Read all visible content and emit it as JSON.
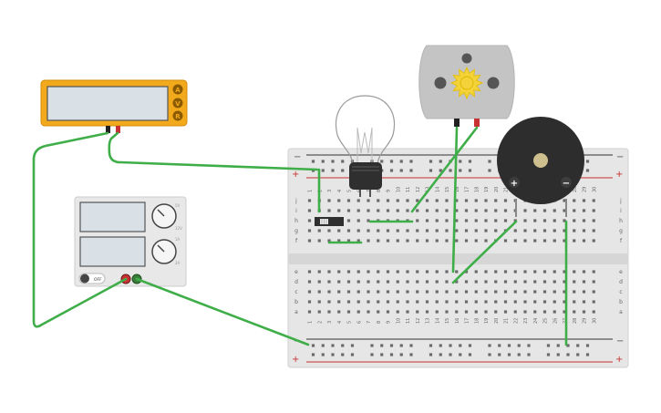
{
  "multimeter": {
    "modes": [
      "A",
      "V",
      "R"
    ],
    "accent": "#f2a91c",
    "display_bg": "#d9e1e6"
  },
  "power_supply": {
    "switch_label": "OFF",
    "knob_marks": [
      "5V",
      "12V",
      "1A",
      "2A"
    ]
  },
  "breadboard": {
    "rows_top": [
      "j",
      "i",
      "h",
      "g",
      "f"
    ],
    "rows_bottom": [
      "e",
      "d",
      "c",
      "b",
      "a"
    ],
    "columns": [
      "1",
      "2",
      "3",
      "4",
      "5",
      "6",
      "7",
      "8",
      "9",
      "10",
      "11",
      "12",
      "13",
      "14",
      "15",
      "16",
      "17",
      "18",
      "19",
      "20",
      "21",
      "22",
      "23",
      "24",
      "25",
      "26",
      "27",
      "28",
      "29",
      "30"
    ],
    "rail_plus": "+",
    "rail_minus": "−"
  },
  "buzzer": {
    "plus": "+",
    "minus": "−"
  },
  "colors": {
    "wire": "#3fae49",
    "board": "#e6e6e6",
    "rail_red": "#c83232",
    "rail_dark": "#333333"
  }
}
